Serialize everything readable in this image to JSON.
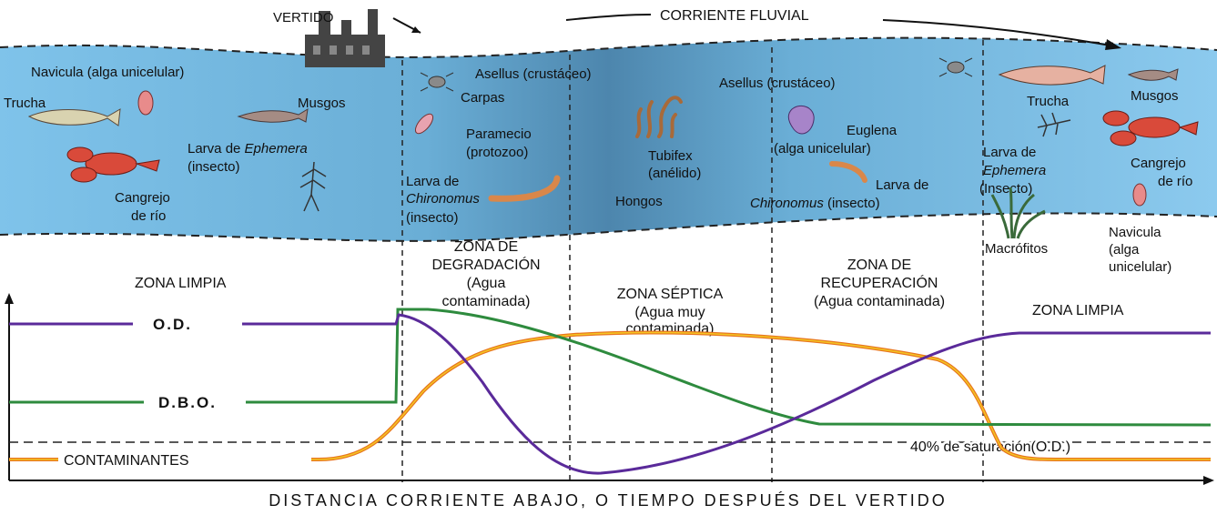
{
  "header": {
    "vertido": "VERTIDO",
    "corriente": "CORRIENTE FLUVIAL"
  },
  "organisms": {
    "navicula_left": "Navicula (alga unicelular)",
    "trucha_left": "Trucha",
    "musgos_left": "Musgos",
    "larva_ephemera_l1": "Larva de",
    "larva_ephemera_l1_it": "Ephemera",
    "larva_ephemera_l2": "(insecto)",
    "cangrejo_l1": "Cangrejo",
    "cangrejo_l2": "de río",
    "asellus_1": "Asellus (crustáceo)",
    "carpas": "Carpas",
    "paramecio_l1": "Paramecio",
    "paramecio_l2": "(protozoo)",
    "larva_chir_l1": "Larva de",
    "larva_chir_l2": "Chironomus",
    "larva_chir_l3": "(insecto)",
    "tubifex_l1": "Tubifex",
    "tubifex_l2": "(anélido)",
    "hongos": "Hongos",
    "asellus_2": "Asellus (crustáceo)",
    "euglena_l1": "Euglena",
    "euglena_l2": "(alga unicelular)",
    "larva_chir2_l1": "Larva de",
    "larva_chir2_l2": "Chironomus",
    "larva_chir2_l2b": "(insecto)",
    "trucha_right": "Trucha",
    "musgos_right": "Musgos",
    "larva_eph2_l1": "Larva de",
    "larva_eph2_l2": "Ephemera",
    "larva_eph2_l3": "(Insecto)",
    "cangrejo2_l1": "Cangrejo",
    "cangrejo2_l2": "de río",
    "macrofitos": "Macrófitos",
    "navicula2_l1": "Navicula",
    "navicula2_l2": "(alga",
    "navicula2_l3": "unicelular)"
  },
  "zones": {
    "limpia_1": "ZONA LIMPIA",
    "degradacion_l1": "ZONA DE",
    "degradacion_l2": "DEGRADACIÓN",
    "degradacion_l3": "(Agua",
    "degradacion_l4": "contaminada)",
    "septica_l1": "ZONA SÉPTICA",
    "septica_l2": "(Agua muy",
    "septica_l3": "contaminada)",
    "recuperacion_l1": "ZONA DE",
    "recuperacion_l2": "RECUPERACIÓN",
    "recuperacion_l3": "(Agua contaminada)",
    "limpia_2": "ZONA LIMPIA"
  },
  "curves": {
    "od": "O.D.",
    "dbo": "D.B.O.",
    "contaminantes": "CONTAMINANTES",
    "saturacion": "40% de saturación(O.D.)",
    "colors": {
      "od": "#5a2a9a",
      "dbo": "#2e8b3e",
      "contaminantes": "#e8761e",
      "contaminantes_inner": "#f3c623"
    }
  },
  "axis": {
    "x_label": "DISTANCIA CORRIENTE ABAJO, O TIEMPO DESPUÉS DEL VERTIDO"
  }
}
